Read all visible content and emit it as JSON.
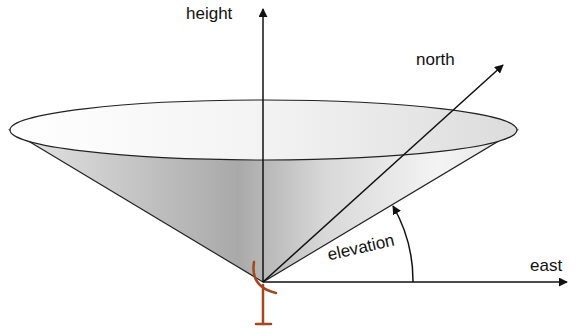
{
  "diagram": {
    "labels": [
      "height",
      "north",
      "elevation",
      "east"
    ]
  }
}
